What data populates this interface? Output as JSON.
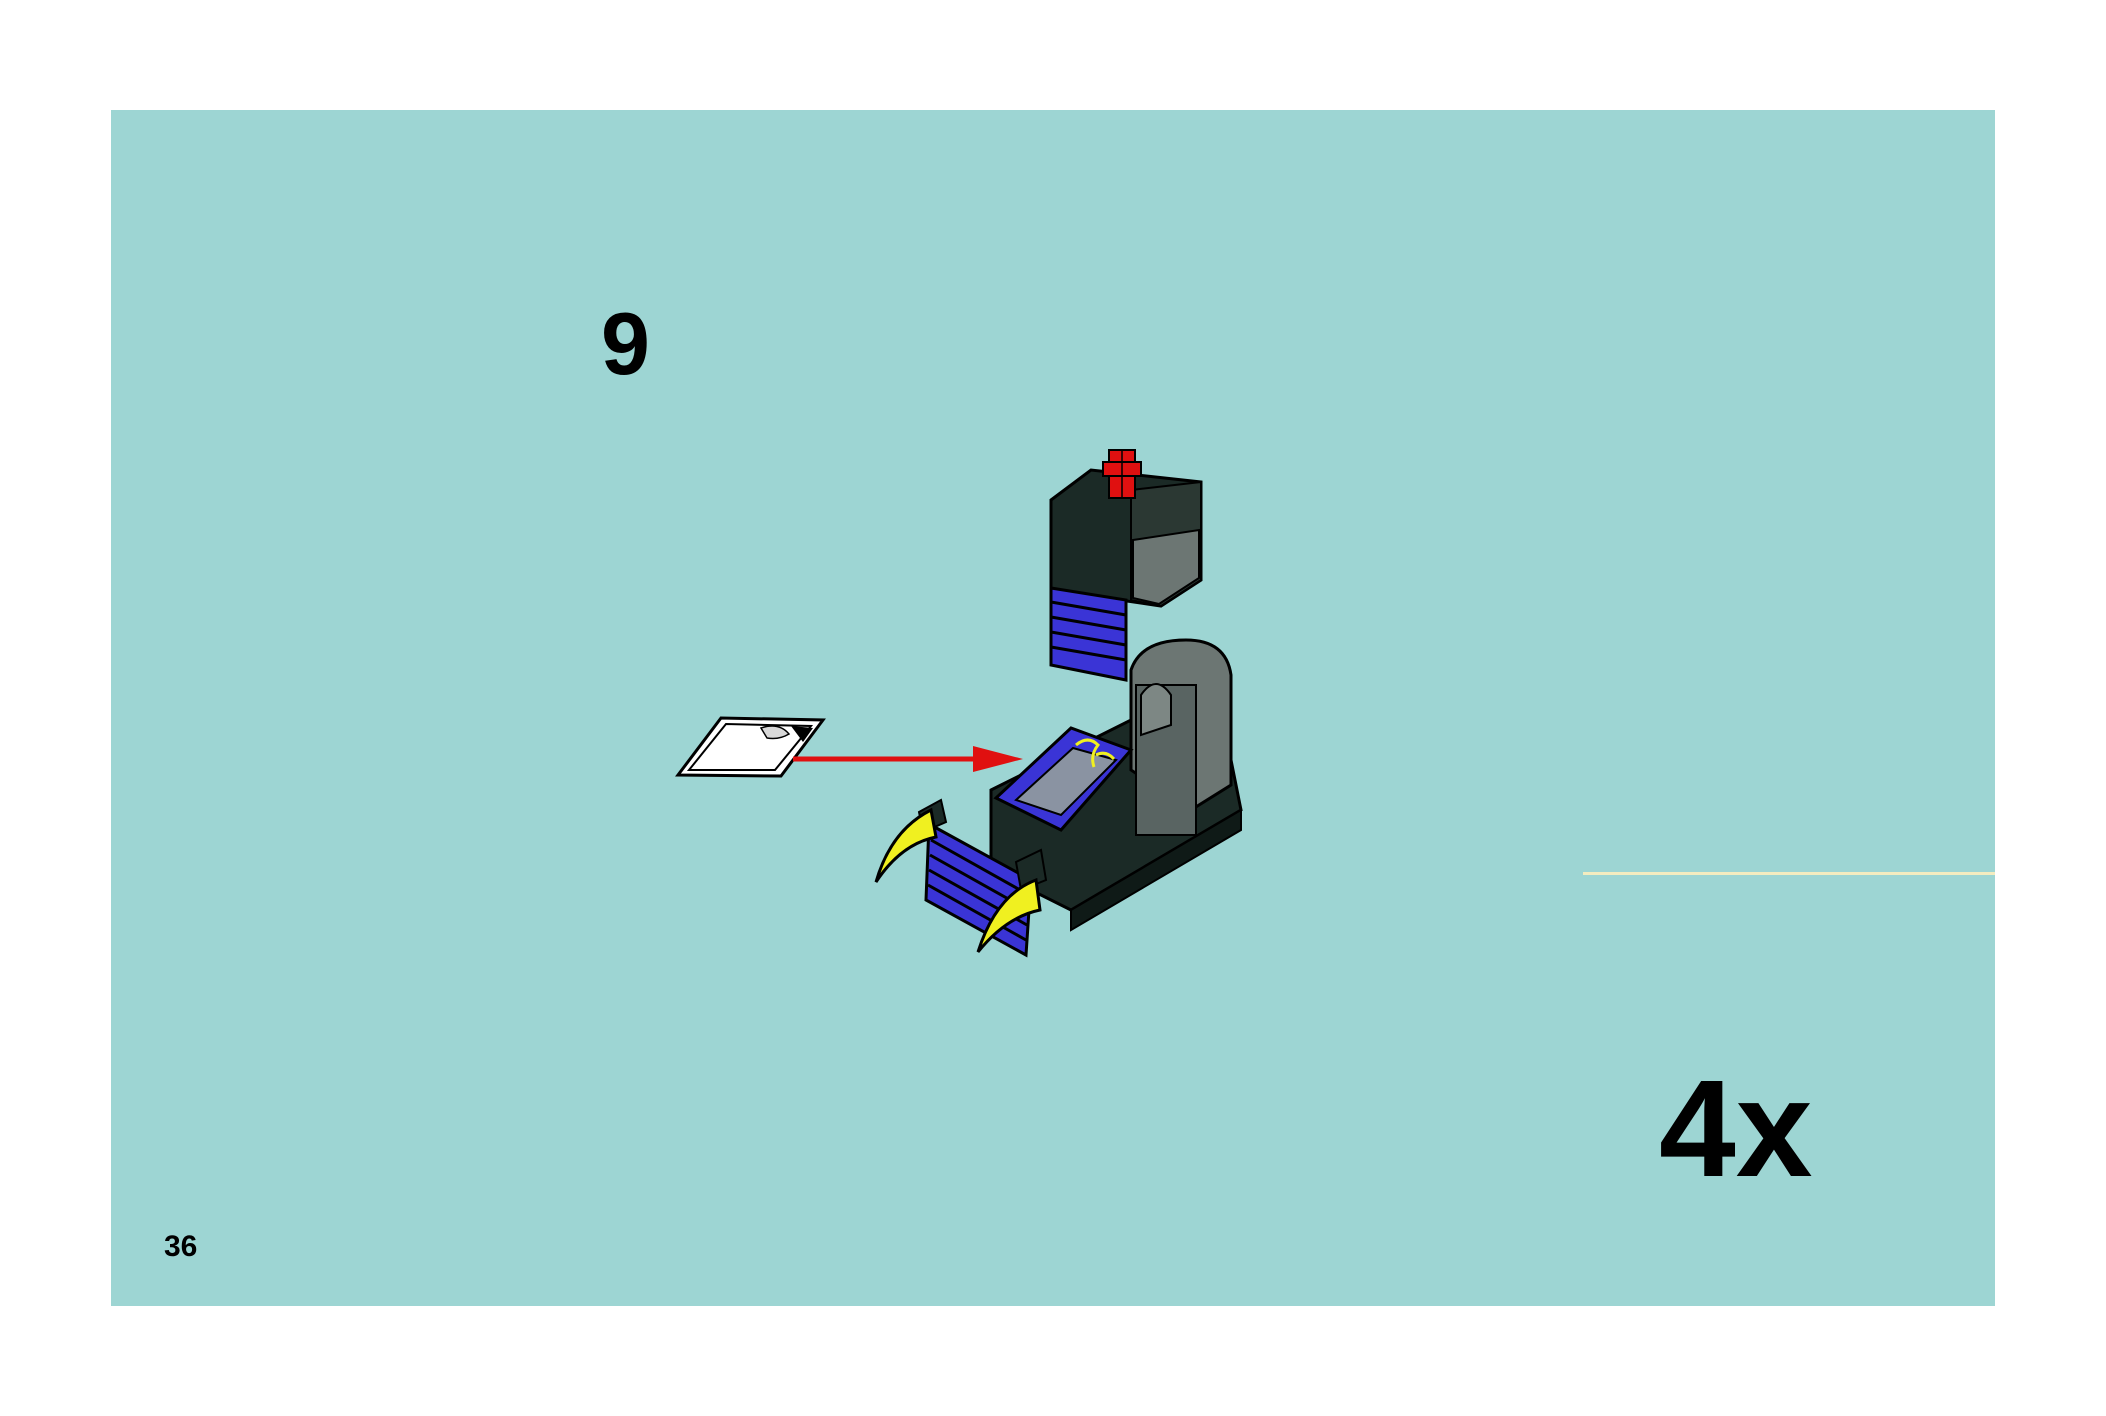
{
  "step": {
    "number": "9"
  },
  "quantity": {
    "label": "4x"
  },
  "page": {
    "number": "36"
  },
  "colors": {
    "panel_background": "#9dd5d3",
    "divider": "#f3ecc0",
    "arrow": "#e01010",
    "brick_dark": "#1b2a26",
    "brick_gray": "#6c7673",
    "brick_blue": "#3a34d6",
    "horn_yellow": "#f0f020",
    "pin_red": "#e01010",
    "sticker_white": "#ffffff"
  },
  "illustration": {
    "parts": [
      "sticker-sheet",
      "placement-arrow",
      "tower-model"
    ]
  }
}
